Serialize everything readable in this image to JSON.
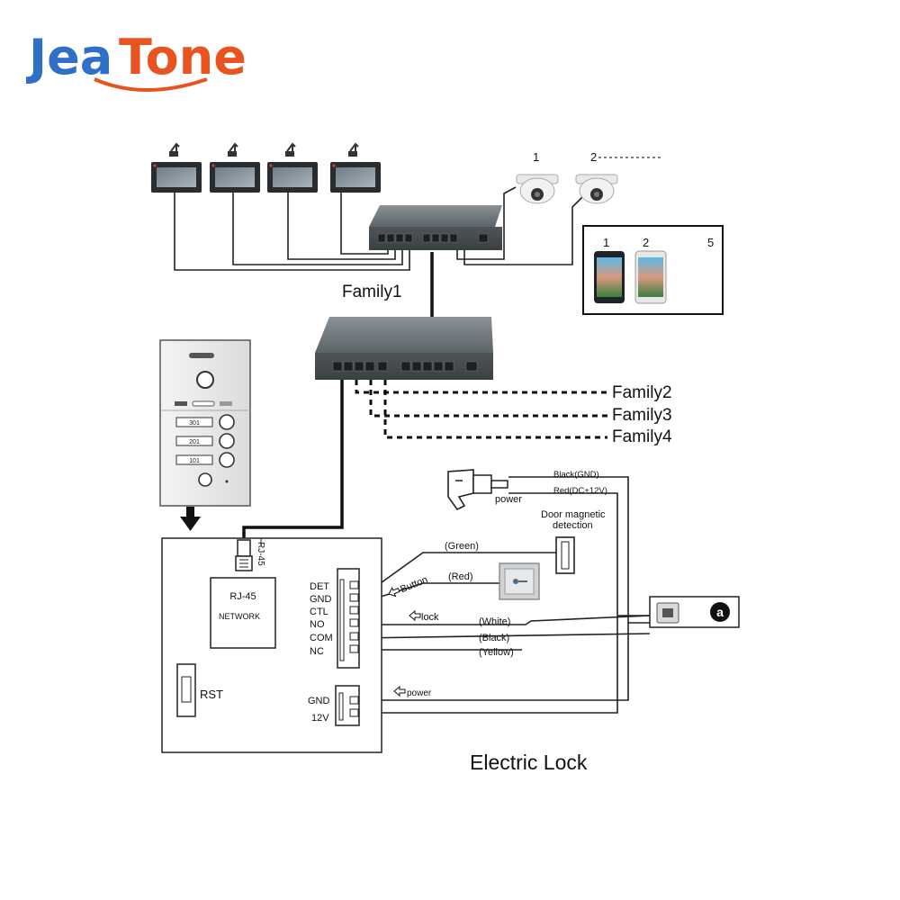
{
  "logo": {
    "part1": "Jea",
    "part2": "Tone",
    "color1": "#2f6fc7",
    "color2": "#e8531f"
  },
  "camera_labels": {
    "cam1": "1",
    "cam2": "2"
  },
  "phones_panel": {
    "n1": "1",
    "n2": "2",
    "n5": "5"
  },
  "switch1_label": "Family1",
  "families": [
    "Family2",
    "Family3",
    "Family4"
  ],
  "outdoor_panel": {
    "buttons": [
      "301",
      "201",
      "101"
    ]
  },
  "controller": {
    "rj45_vertical": "RJ-45",
    "rj45_box_title": "RJ-45",
    "rj45_box_sub": "NETWORK",
    "rst": "RST",
    "terminals": [
      "DET",
      "GND",
      "CTL",
      "NO",
      "COM",
      "NC"
    ],
    "power_terminals": [
      "GND",
      "12V"
    ]
  },
  "wiring": {
    "button": "Button",
    "lock": "lock",
    "power_arrow": "power",
    "green": "(Green)",
    "red": "(Red)",
    "white": "(White)",
    "black": "(Black)",
    "yellow": "(Yellow)",
    "black_gnd": "Black(GND)",
    "red_dc": "Red(DC+12V)",
    "adapter": "power",
    "door_mag_1": "Door magnetic",
    "door_mag_2": "detection",
    "lock_badge": "a"
  },
  "electric_lock_title": "Electric Lock",
  "icons": [
    "power-adapter-icon",
    "dome-camera-icon",
    "smartphone-icon",
    "exit-button-icon",
    "door-sensor-icon",
    "electric-lock-icon",
    "network-switch-icon",
    "indoor-monitor-icon",
    "outdoor-panel-icon",
    "down-arrow-icon"
  ]
}
